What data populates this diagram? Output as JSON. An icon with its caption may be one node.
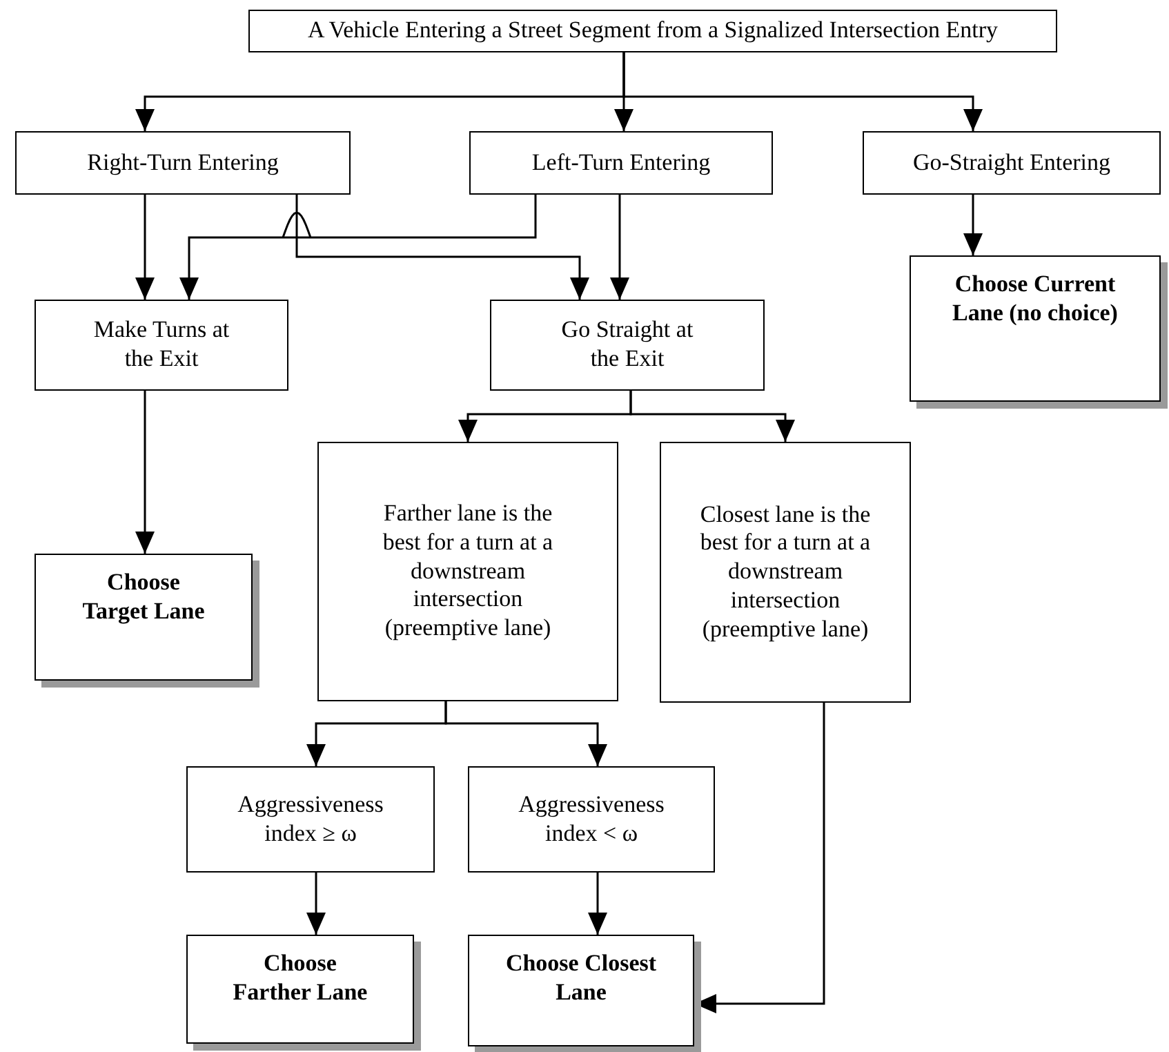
{
  "diagram": {
    "nodes": [
      {
        "text": [
          "A Vehicle Entering a Street Segment from a Signalized Intersection Entry"
        ]
      },
      {
        "text": [
          "Right-Turn Entering"
        ]
      },
      {
        "text": [
          "Left-Turn Entering"
        ]
      },
      {
        "text": [
          "Go-Straight Entering"
        ]
      },
      {
        "text": [
          "Make Turns at the Exit"
        ]
      },
      {
        "text": [
          "Go Straight at the Exit"
        ]
      },
      {
        "text": [
          "Choose Current Lane (no choice)"
        ]
      },
      {
        "text": [
          "Choose Target Lane"
        ]
      },
      {
        "text": [
          "Farther lane is the best for a turn at a downstream intersection (preemptive lane)"
        ]
      },
      {
        "text": [
          "Closest lane is the best for a turn at a downstream intersection (preemptive lane)"
        ]
      },
      {
        "text": [
          "Aggressiveness index ≥ ω"
        ]
      },
      {
        "text": [
          "Aggressiveness index < ω"
        ]
      },
      {
        "text": [
          "Choose Farther Lane"
        ]
      },
      {
        "text": [
          "Choose Closest Lane"
        ]
      }
    ],
    "edges": [
      {
        "from": 0,
        "to": 1,
        "arrow": "to"
      },
      {
        "from": 0,
        "to": 2,
        "arrow": "to"
      },
      {
        "from": 0,
        "to": 3,
        "arrow": "to"
      },
      {
        "from": 1,
        "to": 4,
        "arrow": "to"
      },
      {
        "from": 2,
        "to": 4,
        "arrow": "to"
      },
      {
        "from": 1,
        "to": 5,
        "arrow": "to"
      },
      {
        "from": 2,
        "to": 5,
        "arrow": "to"
      },
      {
        "from": 3,
        "to": 6,
        "arrow": "to"
      },
      {
        "from": 4,
        "to": 7,
        "arrow": "to"
      },
      {
        "from": 5,
        "to": 8,
        "arrow": "to"
      },
      {
        "from": 5,
        "to": 9,
        "arrow": "to"
      },
      {
        "from": 8,
        "to": 10,
        "arrow": "to"
      },
      {
        "from": 8,
        "to": 11,
        "arrow": "to"
      },
      {
        "from": 10,
        "to": 12,
        "arrow": "to"
      },
      {
        "from": 11,
        "to": 13,
        "arrow": "to"
      },
      {
        "from": 9,
        "to": 13,
        "arrow": "to"
      }
    ]
  }
}
